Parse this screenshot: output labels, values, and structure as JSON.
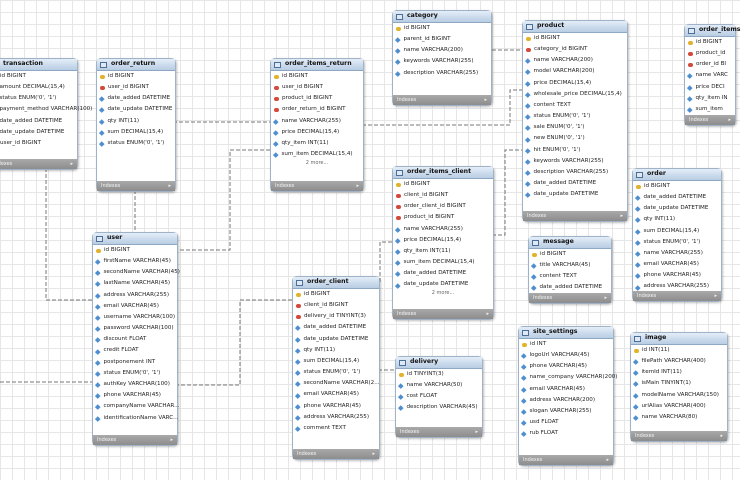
{
  "footer_label": "Indexes",
  "more_label": "2 more...",
  "colors": {
    "header_top": "#e3edf8",
    "header_bottom": "#b9cde3",
    "pk": "#e2b32a",
    "fk": "#d24a3a",
    "col": "#4f8fd0",
    "footer": "#9a9a9a"
  },
  "tables": [
    {
      "id": "transaction",
      "title": "transaction",
      "more": false,
      "columns": [
        {
          "t": "pk",
          "n": "id BIGINT"
        },
        {
          "t": "col",
          "n": "amount DECIMAL(15,4)"
        },
        {
          "t": "col",
          "n": "status ENUM('0', '1')"
        },
        {
          "t": "col",
          "n": "payment_method VARCHAR(100)"
        },
        {
          "t": "col",
          "n": "date_added DATETIME"
        },
        {
          "t": "col",
          "n": "date_update DATETIME"
        },
        {
          "t": "fk",
          "n": "user_id BIGINT"
        }
      ]
    },
    {
      "id": "order_return",
      "title": "order_return",
      "more": false,
      "columns": [
        {
          "t": "pk",
          "n": "id BIGINT"
        },
        {
          "t": "fk",
          "n": "user_id BIGINT"
        },
        {
          "t": "col",
          "n": "date_added DATETIME"
        },
        {
          "t": "col",
          "n": "date_update DATETIME"
        },
        {
          "t": "col",
          "n": "qty INT(11)"
        },
        {
          "t": "col",
          "n": "sum DECIMAL(15,4)"
        },
        {
          "t": "col",
          "n": "status ENUM('0', '1')"
        }
      ]
    },
    {
      "id": "order_items_return",
      "title": "order_items_return",
      "more": true,
      "columns": [
        {
          "t": "pk",
          "n": "id BIGINT"
        },
        {
          "t": "fk",
          "n": "user_id BIGINT"
        },
        {
          "t": "fk",
          "n": "product_id BIGINT"
        },
        {
          "t": "fk",
          "n": "order_return_id BIGINT"
        },
        {
          "t": "col",
          "n": "name VARCHAR(255)"
        },
        {
          "t": "col",
          "n": "price DECIMAL(15,4)"
        },
        {
          "t": "col",
          "n": "qty_item INT(11)"
        },
        {
          "t": "col",
          "n": "sum_item DECIMAL(15,4)"
        }
      ]
    },
    {
      "id": "category",
      "title": "category",
      "more": false,
      "columns": [
        {
          "t": "pk",
          "n": "id BIGINT"
        },
        {
          "t": "col",
          "n": "parent_id BIGINT"
        },
        {
          "t": "col",
          "n": "name VARCHAR(200)"
        },
        {
          "t": "col",
          "n": "keywords VARCHAR(255)"
        },
        {
          "t": "col",
          "n": "description VARCHAR(255)"
        }
      ]
    },
    {
      "id": "product",
      "title": "product",
      "more": false,
      "columns": [
        {
          "t": "pk",
          "n": "id BIGINT"
        },
        {
          "t": "fk",
          "n": "category_id BIGINT"
        },
        {
          "t": "col",
          "n": "name VARCHAR(200)"
        },
        {
          "t": "col",
          "n": "model VARCHAR(200)"
        },
        {
          "t": "col",
          "n": "price DECIMAL(15,4)"
        },
        {
          "t": "col",
          "n": "wholesale_price DECIMAL(15,4)"
        },
        {
          "t": "col",
          "n": "content TEXT"
        },
        {
          "t": "col",
          "n": "status ENUM('0', '1')"
        },
        {
          "t": "col",
          "n": "sale ENUM('0', '1')"
        },
        {
          "t": "col",
          "n": "new ENUM('0', '1')"
        },
        {
          "t": "col",
          "n": "hit ENUM('0', '1')"
        },
        {
          "t": "col",
          "n": "keywords VARCHAR(255)"
        },
        {
          "t": "col",
          "n": "description VARCHAR(255)"
        },
        {
          "t": "col",
          "n": "date_added DATETIME"
        },
        {
          "t": "col",
          "n": "date_update DATETIME"
        }
      ]
    },
    {
      "id": "order_items_partial",
      "title": "order_items",
      "more": false,
      "columns": [
        {
          "t": "pk",
          "n": "id BIGINT"
        },
        {
          "t": "fk",
          "n": "product_id"
        },
        {
          "t": "fk",
          "n": "order_id BI"
        },
        {
          "t": "col",
          "n": "name VARC"
        },
        {
          "t": "col",
          "n": "price DECI"
        },
        {
          "t": "col",
          "n": "qty_item IN"
        },
        {
          "t": "col",
          "n": "sum_item"
        }
      ]
    },
    {
      "id": "user",
      "title": "user",
      "more": false,
      "columns": [
        {
          "t": "pk",
          "n": "id BIGINT"
        },
        {
          "t": "col",
          "n": "firstName VARCHAR(45)"
        },
        {
          "t": "col",
          "n": "secondName VARCHAR(45)"
        },
        {
          "t": "col",
          "n": "lastName VARCHAR(45)"
        },
        {
          "t": "col",
          "n": "address VARCHAR(255)"
        },
        {
          "t": "col",
          "n": "email VARCHAR(45)"
        },
        {
          "t": "col",
          "n": "username VARCHAR(100)"
        },
        {
          "t": "col",
          "n": "password VARCHAR(100)"
        },
        {
          "t": "col",
          "n": "discount FLOAT"
        },
        {
          "t": "col",
          "n": "credit FLOAT"
        },
        {
          "t": "col",
          "n": "postponement INT"
        },
        {
          "t": "col",
          "n": "status ENUM('0', '1')"
        },
        {
          "t": "col",
          "n": "authKey VARCHAR(100)"
        },
        {
          "t": "col",
          "n": "phone VARCHAR(45)"
        },
        {
          "t": "col",
          "n": "companyName VARCHAR..."
        },
        {
          "t": "col",
          "n": "identificationName VARC..."
        }
      ]
    },
    {
      "id": "order_items_client",
      "title": "order_items_client",
      "more": true,
      "columns": [
        {
          "t": "pk",
          "n": "id BIGINT"
        },
        {
          "t": "fk",
          "n": "client_id BIGINT"
        },
        {
          "t": "fk",
          "n": "order_client_id BIGINT"
        },
        {
          "t": "fk",
          "n": "product_id BIGINT"
        },
        {
          "t": "col",
          "n": "name VARCHAR(255)"
        },
        {
          "t": "col",
          "n": "price DECIMAL(15,4)"
        },
        {
          "t": "col",
          "n": "qty_item INT(11)"
        },
        {
          "t": "col",
          "n": "sum_item DECIMAL(15,4)"
        },
        {
          "t": "col",
          "n": "date_added DATETIME"
        },
        {
          "t": "col",
          "n": "date_update DATETIME"
        }
      ]
    },
    {
      "id": "message",
      "title": "message",
      "more": false,
      "columns": [
        {
          "t": "pk",
          "n": "id BIGINT"
        },
        {
          "t": "col",
          "n": "title VARCHAR(45)"
        },
        {
          "t": "col",
          "n": "content TEXT"
        },
        {
          "t": "col",
          "n": "date_added DATETIME"
        }
      ]
    },
    {
      "id": "order",
      "title": "order",
      "more": false,
      "columns": [
        {
          "t": "pk",
          "n": "id BIGINT"
        },
        {
          "t": "col",
          "n": "date_added DATETIME"
        },
        {
          "t": "col",
          "n": "date_update DATETIME"
        },
        {
          "t": "col",
          "n": "qty INT(11)"
        },
        {
          "t": "col",
          "n": "sum DECIMAL(15,4)"
        },
        {
          "t": "col",
          "n": "status ENUM('0', '1')"
        },
        {
          "t": "col",
          "n": "name VARCHAR(255)"
        },
        {
          "t": "col",
          "n": "email VARCHAR(45)"
        },
        {
          "t": "col",
          "n": "phone VARCHAR(45)"
        },
        {
          "t": "col",
          "n": "address VARCHAR(255)"
        }
      ]
    },
    {
      "id": "order_client",
      "title": "order_client",
      "more": false,
      "columns": [
        {
          "t": "pk",
          "n": "id BIGINT"
        },
        {
          "t": "fk",
          "n": "client_id BIGINT"
        },
        {
          "t": "fk",
          "n": "delivery_id TINYINT(3)"
        },
        {
          "t": "col",
          "n": "date_added DATETIME"
        },
        {
          "t": "col",
          "n": "date_update DATETIME"
        },
        {
          "t": "col",
          "n": "qty INT(11)"
        },
        {
          "t": "col",
          "n": "sum DECIMAL(15,4)"
        },
        {
          "t": "col",
          "n": "status ENUM('0', '1')"
        },
        {
          "t": "col",
          "n": "secondName VARCHAR(2..."
        },
        {
          "t": "col",
          "n": "email VARCHAR(45)"
        },
        {
          "t": "col",
          "n": "phone VARCHAR(45)"
        },
        {
          "t": "col",
          "n": "address VARCHAR(255)"
        },
        {
          "t": "col",
          "n": "comment TEXT"
        }
      ]
    },
    {
      "id": "delivery",
      "title": "delivery",
      "more": false,
      "columns": [
        {
          "t": "pk",
          "n": "id TINYINT(3)"
        },
        {
          "t": "col",
          "n": "name VARCHAR(50)"
        },
        {
          "t": "col",
          "n": "cost FLOAT"
        },
        {
          "t": "col",
          "n": "description VARCHAR(45)"
        }
      ]
    },
    {
      "id": "site_settings",
      "title": "site_settings",
      "more": false,
      "columns": [
        {
          "t": "pk",
          "n": "id INT"
        },
        {
          "t": "col",
          "n": "logoUrl VARCHAR(45)"
        },
        {
          "t": "col",
          "n": "phone VARCHAR(45)"
        },
        {
          "t": "col",
          "n": "name_company VARCHAR(200)"
        },
        {
          "t": "col",
          "n": "email VARCHAR(45)"
        },
        {
          "t": "col",
          "n": "address VARCHAR(200)"
        },
        {
          "t": "col",
          "n": "slogan VARCHAR(255)"
        },
        {
          "t": "col",
          "n": "usd FLOAT"
        },
        {
          "t": "col",
          "n": "rub FLOAT"
        }
      ]
    },
    {
      "id": "image",
      "title": "image",
      "more": false,
      "columns": [
        {
          "t": "pk",
          "n": "id INT(11)"
        },
        {
          "t": "col",
          "n": "filePath VARCHAR(400)"
        },
        {
          "t": "col",
          "n": "itemId INT(11)"
        },
        {
          "t": "col",
          "n": "isMain TINYINT(1)"
        },
        {
          "t": "col",
          "n": "modelName VARCHAR(150)"
        },
        {
          "t": "col",
          "n": "urlAlias VARCHAR(400)"
        },
        {
          "t": "col",
          "n": "name VARCHAR(80)"
        }
      ]
    }
  ]
}
